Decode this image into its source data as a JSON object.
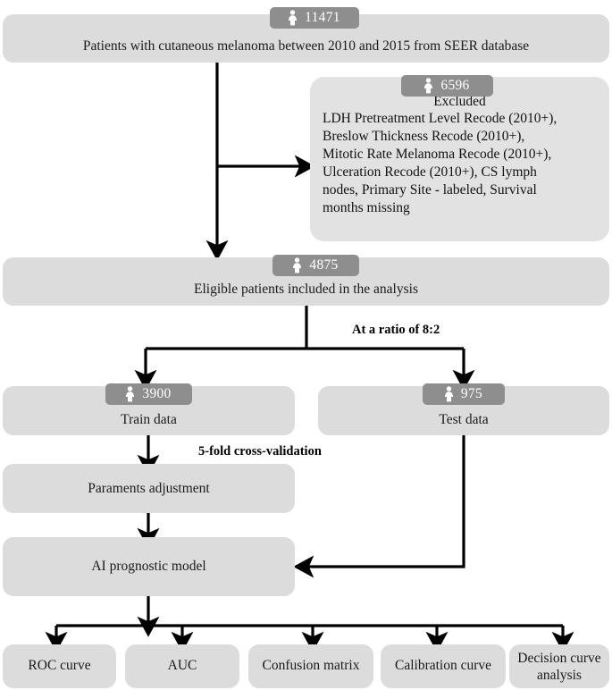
{
  "figure": {
    "type": "flowchart",
    "title": "Patient selection and AI prognostic model workflow"
  },
  "colors": {
    "box_fill": "#dcdcdc",
    "excluded_box_fill": "#e2e2e2",
    "badge_fill": "#8e8e8e",
    "badge_text": "#ffffff",
    "text": "#111111",
    "line": "#000000",
    "page_background": "#ffffff"
  },
  "nodes": {
    "source": {
      "badge_count": "11471",
      "badge_icon": "person-icon",
      "label": "Patients with cutaneous melanoma between 2010 and 2015 from SEER database"
    },
    "excluded": {
      "badge_count": "6596",
      "badge_icon": "person-icon",
      "title": "Excluded",
      "reasons": "LDH Pretreatment Level Recode (2010+),\nBreslow Thickness Recode (2010+),\nMitotic Rate Melanoma Recode (2010+),\nUlceration Recode (2010+),  CS lymph\nnodes,  Primary Site - labeled,  Survival\nmonths missing"
    },
    "eligible": {
      "badge_count": "4875",
      "badge_icon": "person-icon",
      "label": "Eligible patients included in the analysis"
    },
    "train": {
      "badge_count": "3900",
      "badge_icon": "person-icon",
      "label": "Train data"
    },
    "test": {
      "badge_count": "975",
      "badge_icon": "person-icon",
      "label": "Test data"
    },
    "params": {
      "label": "Paraments adjustment"
    },
    "model": {
      "label": "AI prognostic model"
    }
  },
  "annotations": {
    "split_ratio": "At a ratio of 8:2",
    "cross_validation": "5-fold cross-validation"
  },
  "outputs": [
    {
      "label": "ROC curve"
    },
    {
      "label": "AUC"
    },
    {
      "label": "Confusion matrix"
    },
    {
      "label": "Calibration curve"
    },
    {
      "label": "Decision curve analysis"
    }
  ]
}
